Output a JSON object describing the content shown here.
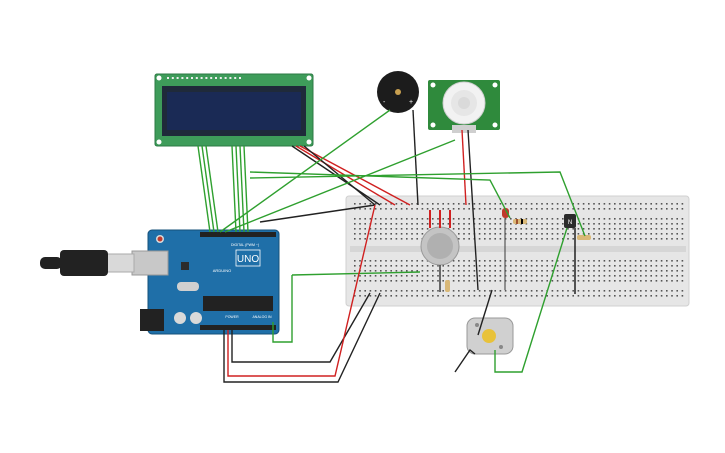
{
  "arduino": {
    "brand": "ARDUINO",
    "model": "UNO",
    "digital_label": "DIGITAL (PWM ~)",
    "power_label": "POWER",
    "analog_label": "ANALOG IN"
  },
  "buzzer": {
    "minus": "-",
    "plus": "+"
  },
  "transistor": {
    "mark": "N"
  },
  "colors": {
    "board": "#1f6fa8",
    "lcd_pcb": "#3e9c5a",
    "lcd_screen": "#1a2a55",
    "pir_pcb": "#2f8a3c",
    "breadboard": "#e9e9e9",
    "wire_green": "#2fa02f",
    "wire_red": "#d02020",
    "wire_black": "#222222"
  }
}
